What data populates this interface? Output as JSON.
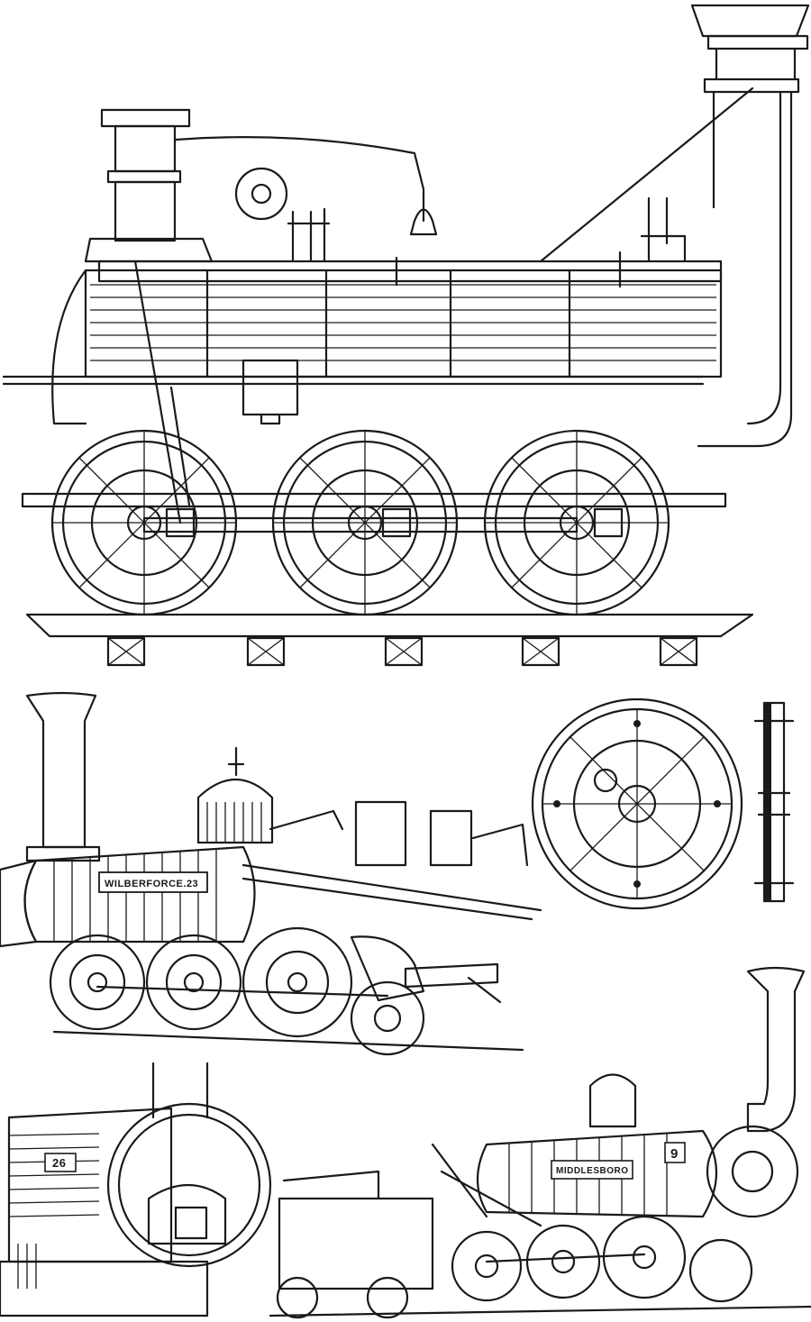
{
  "plate": {
    "engraving_colors": {
      "ink": "#1a1a1a",
      "paper": "#ffffff"
    },
    "nameplate_1": "WILBERFORCE.23",
    "nameplate_2": "MIDDLESBORO",
    "number_plate_3": "9",
    "smokebox_number": "26"
  }
}
